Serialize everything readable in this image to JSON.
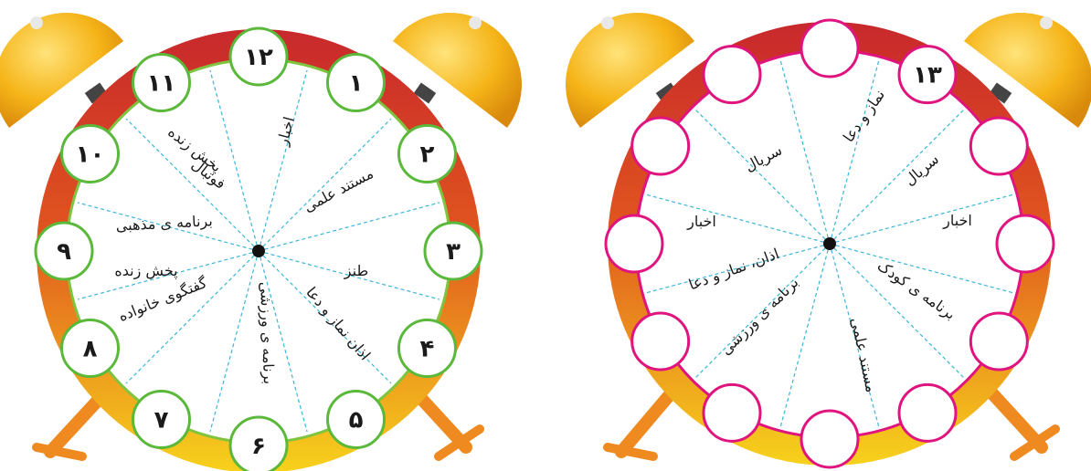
{
  "left_clock": {
    "numbers": [
      "۱۲",
      "۱",
      "۲",
      "۳",
      "۴",
      "۵",
      "۶",
      "۷",
      "۸",
      "۹",
      "۱۰",
      "۱۱"
    ],
    "labels": {
      "news": "اخبار",
      "science_doc": "مستند علمی",
      "comedy": "طنز",
      "adhan_prayer": "اذان نماز و دعا",
      "sports": "برنامه ی ورزشی",
      "family_talk_1": "پخش زنده",
      "family_talk_2": "گفتگوی خانواده",
      "religious": "برنامه ی مذهبی",
      "football_1": "پخش زنده",
      "football_2": "فوتبال"
    }
  },
  "right_clock": {
    "numbers": [
      "",
      "۱۳",
      "",
      "",
      "",
      "",
      "",
      "",
      "",
      "",
      "",
      ""
    ],
    "labels": {
      "series_top": "سریال",
      "prayer": "نماز و دعا",
      "series_right": "سریال",
      "news_right": "اخبار",
      "kids": "برنامه ی کودک",
      "science_doc": "مستند علمی",
      "sports": "برنامه ی ورزشی",
      "adhan_prayer": "اذان، نماز و دعا",
      "news_left": "اخبار"
    }
  },
  "colors": {
    "ring_outer": "#c8282c",
    "ring_yellow": "#f7c21c",
    "bell": "#f5b418",
    "leg": "#ee8a1f",
    "left_border": "#5ab83a",
    "right_border": "#e0147e",
    "ray": "#3ab6d6"
  }
}
